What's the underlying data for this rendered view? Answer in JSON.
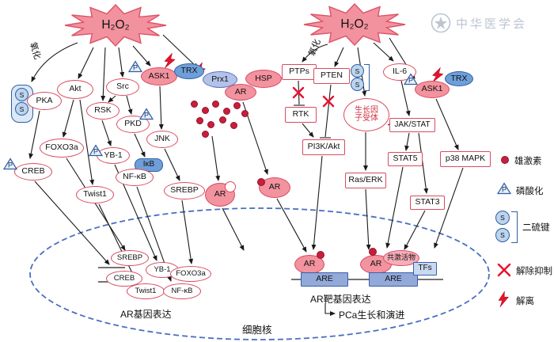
{
  "figure": {
    "h2o2": "H₂O₂",
    "oxidation": "氧化",
    "nucleus_label": "细胞核",
    "ar_gene_label": "AR基因表达",
    "ar_target_label": "AR靶基因表达",
    "pca_label": "PCa生长和演进",
    "watermark": "中华医学会"
  },
  "nodes": {
    "pka": "PKA",
    "creb": "CREB",
    "akt": "Akt",
    "src": "Src",
    "rsk": "RSK",
    "pkd": "PKD",
    "ask1": "ASK1",
    "trx": "TRX",
    "jnk": "JNK",
    "foxo3a": "FOXO3a",
    "yb1": "YB-1",
    "ikb": "IκB",
    "nfkb": "NF-κB",
    "twist1": "Twist1",
    "srebp": "SREBP",
    "prx1": "Prx1",
    "hsp": "HSP",
    "ar": "AR",
    "ptps": "PTPs",
    "pten": "PTEN",
    "rtk": "RTK",
    "pi3k": "PI3K/Akt",
    "gfr_line1": "生长因",
    "gfr_line2": "子受体",
    "il6": "IL-6",
    "jak": "JAK/STAT",
    "stat5": "STAT5",
    "stat3": "STAT3",
    "raserk": "Ras/ERK",
    "p38": "p38 MAPK",
    "are": "ARE",
    "tfs": "TFs",
    "coactivator": "共激活物",
    "p_mark": "P",
    "s_mark": "S"
  },
  "legend": {
    "androgen": "雄激素",
    "phosphorylation": "磷酸化",
    "disulfide": "二硫键",
    "derepression": "解除抑制",
    "dissociation": "解离"
  },
  "colors": {
    "pink": "#f2939f",
    "red_border": "#d94b5f",
    "blue": "#6f9fd8",
    "accent_red": "#e8112d",
    "nucleus_border": "#4a6fc0",
    "are_fill": "#93a9d8"
  }
}
